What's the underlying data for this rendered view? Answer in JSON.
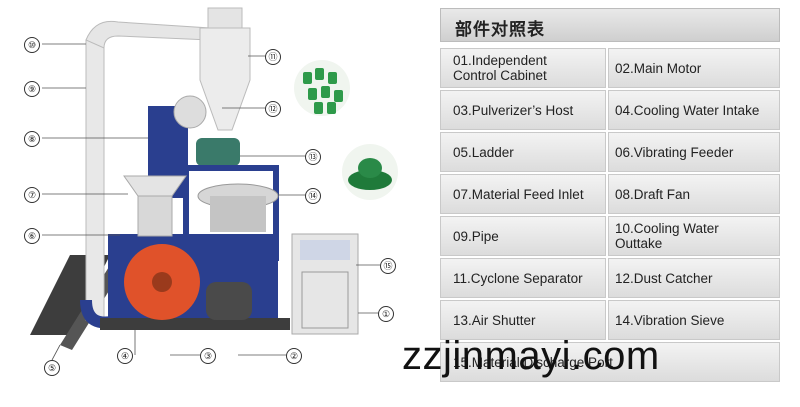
{
  "title": "部件对照表",
  "parts": [
    [
      "01.Independent\nControl Cabinet",
      "02.Main Motor"
    ],
    [
      "03.Pulverizer’s Host",
      "04.Cooling Water Intake"
    ],
    [
      "05.Ladder",
      "06.Vibrating  Feeder"
    ],
    [
      "07.Material Feed Inlet",
      "08.Draft Fan"
    ],
    [
      "09.Pipe",
      "10.Cooling Water\n    Outtake"
    ],
    [
      "11.Cyclone Separator",
      "12.Dust Catcher"
    ],
    [
      "13.Air Shutter",
      "14.Vibration Sieve"
    ],
    [
      "15.Material Discharge Port"
    ]
  ],
  "callouts": [
    "⑩",
    "⑨",
    "⑧",
    "⑦",
    "⑥",
    "⑤",
    "④",
    "③",
    "②",
    "①",
    "⑪",
    "⑫",
    "⑬",
    "⑭",
    "⑮"
  ],
  "watermark": "zzjinmayi.com",
  "colors": {
    "pellet_green": "#2e9a4a",
    "powder_green": "#1f7a3a",
    "machine_blue": "#2a3f8f",
    "rotor_orange": "#e0522a"
  }
}
